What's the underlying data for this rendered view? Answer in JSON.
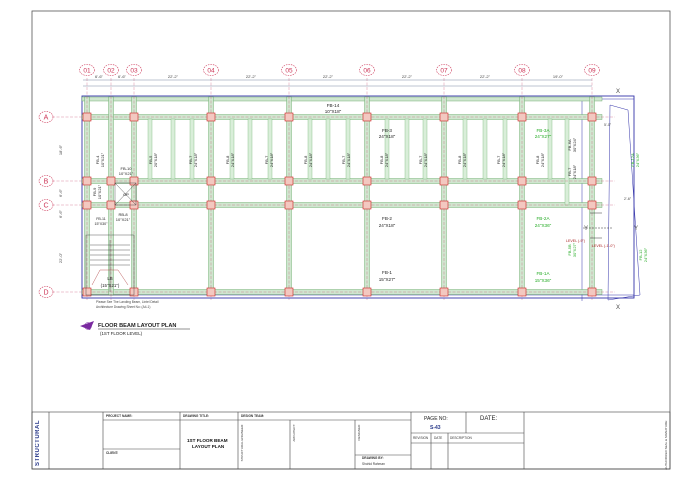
{
  "grid": {
    "columns": [
      "01",
      "02",
      "03",
      "04",
      "05",
      "06",
      "07",
      "08",
      "09"
    ],
    "rows": [
      "A",
      "B",
      "C",
      "D"
    ],
    "col_dims": [
      "6'-6\"",
      "6'-6\"",
      "22'-2\"",
      "22'-2\"",
      "22'-2\"",
      "22'-2\"",
      "22'-2\"",
      "19'-0\""
    ],
    "row_dims": [
      "18'-6\"",
      "6'-6\"",
      "6'-6\"",
      "22'-0\""
    ],
    "axis_x": "X",
    "axis_y": "Y",
    "right_dims": [
      "5'-0\"",
      "2'-6\""
    ]
  },
  "beams": {
    "fb14": [
      "FB-14",
      "10\"X18\""
    ],
    "fb3": [
      "FB-3",
      "24\"X18\""
    ],
    "fb2": [
      "FB-2",
      "24\"X18\""
    ],
    "fb1": [
      "FB-1",
      "15\"X27\""
    ],
    "fb3a": [
      "FB-3A",
      "24\"X27\""
    ],
    "fb2a": [
      "FB-2A",
      "24\"X36\""
    ],
    "fb1a": [
      "FB-1A",
      "15\"X36\""
    ],
    "fb4": [
      "FB-4",
      "10\"X21\""
    ],
    "fb10": [
      "FB-10",
      "10\"X21\""
    ],
    "fb9": [
      "FB-9",
      "10\"X21\""
    ],
    "fb11": [
      "FB-11",
      "15\"X30\""
    ],
    "rb8": [
      "RB-8",
      "10\"X21\""
    ],
    "lb": [
      "LB",
      "(15\"X21\")"
    ],
    "fb5": [
      "FB-5",
      "20\"X18\""
    ],
    "fb7": [
      "FB-7",
      "24\"X18\""
    ],
    "fb8": [
      "FB-8",
      "24\"X18\""
    ],
    "fb6a": [
      "FB-6A",
      "30\"X24\""
    ],
    "fb6": [
      "FB-6",
      "15\"X27\""
    ],
    "fb12a": [
      "FB-12A",
      "24\"X36\""
    ],
    "fb12": [
      "FB-12",
      "24\"X36\""
    ],
    "fb5b": [
      "FB-5B",
      "30\"X27\""
    ],
    "op": "OP"
  },
  "level_notes": [
    "LEVEL (-9\")",
    "LEVEL (-1'-0\")"
  ],
  "notes": [
    "Please See The Landing Beam, Lintel Detail",
    "Architecture Drawing Sheet No: (A4-1)"
  ],
  "plan_title": "FLOOR BEAM LAYOUT PLAN",
  "plan_subtitle": "(1ST FLOOR LEVEL)",
  "title_block": {
    "discipline": "STRUCTURAL",
    "project_name_label": "PROJECT NAME:",
    "client_label": "CLIENT:",
    "drawing_title_label": "DRAWING TITLE:",
    "drawing_title_line1": "1ST FLOOR BEAM",
    "drawing_title_line2": "LAYOUT PLAN",
    "design_team_label": "DESIGN TEAM:",
    "structural_engineer_label": "STRUCTURAL ENGINEER:",
    "architect_label": "ARCHITECT:",
    "designed_label": "DESIGNED:",
    "drawing_by_label": "DRAWING BY:",
    "drawing_by_value": "Shohid Rahman",
    "page_no_label": "PAGE NO:",
    "page_no": "S-43",
    "date_label": "DATE:",
    "revision_label": "REVISION",
    "date_col_label": "DATE",
    "description_label": "DESCRIPTION",
    "authorized_label": "AUTHORIZED SEAL & SIGNATURE:"
  }
}
